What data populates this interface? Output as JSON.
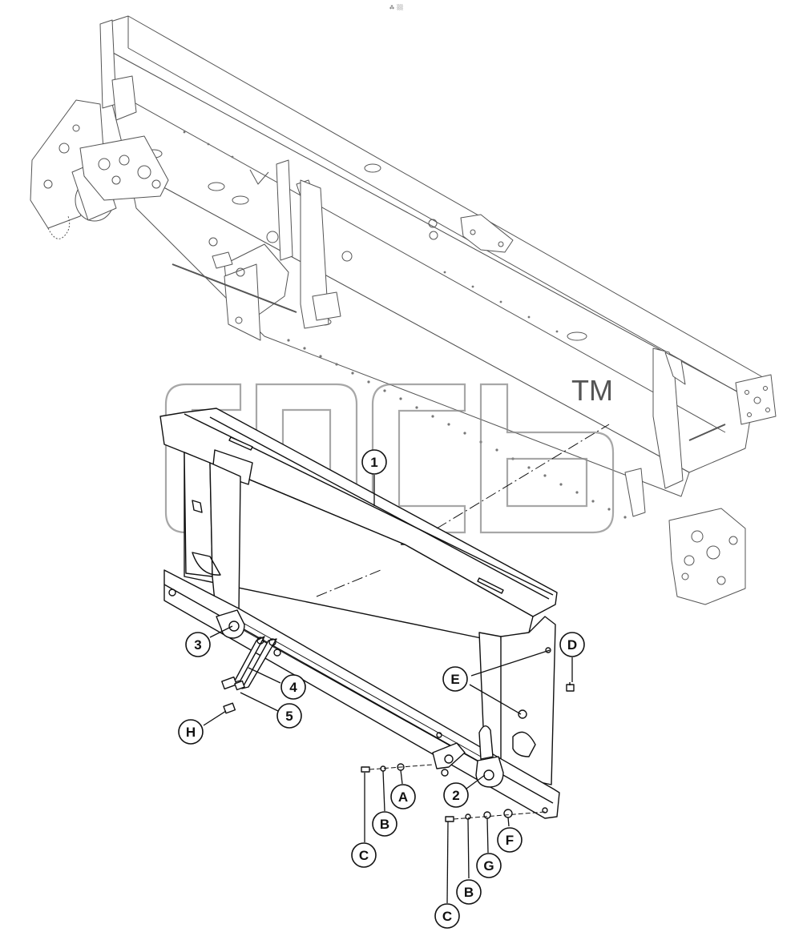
{
  "header": {
    "mark": "⁂ ░░"
  },
  "watermark": {
    "trademark": "TM"
  },
  "colors": {
    "ink": "#111111",
    "faint_ink": "#555555",
    "watermark": "#8a8a8a",
    "paper": "#ffffff"
  },
  "callouts": [
    {
      "id": "callout-1",
      "text": "1"
    },
    {
      "id": "callout-2",
      "text": "2"
    },
    {
      "id": "callout-3",
      "text": "3"
    },
    {
      "id": "callout-4",
      "text": "4"
    },
    {
      "id": "callout-5",
      "text": "5"
    },
    {
      "id": "callout-a",
      "text": "A"
    },
    {
      "id": "callout-b-upper",
      "text": "B"
    },
    {
      "id": "callout-b-lower",
      "text": "B"
    },
    {
      "id": "callout-c-upper",
      "text": "C"
    },
    {
      "id": "callout-c-lower",
      "text": "C"
    },
    {
      "id": "callout-d",
      "text": "D"
    },
    {
      "id": "callout-e",
      "text": "E"
    },
    {
      "id": "callout-f",
      "text": "F"
    },
    {
      "id": "callout-g",
      "text": "G"
    },
    {
      "id": "callout-h",
      "text": "H"
    }
  ]
}
